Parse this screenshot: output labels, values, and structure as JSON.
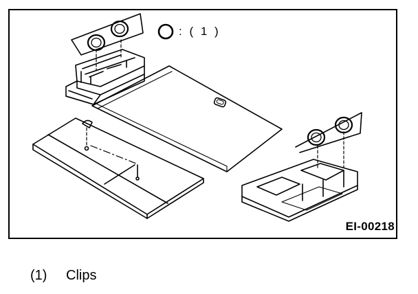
{
  "figure": {
    "legend_symbol": "circle",
    "legend_text": ": ( 1 )",
    "code": "EI-00218"
  },
  "caption": {
    "number": "(1)",
    "label": "Clips"
  }
}
